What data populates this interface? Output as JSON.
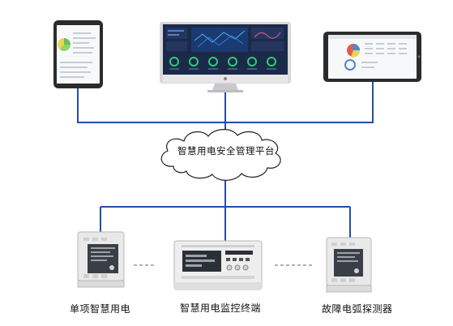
{
  "platform": {
    "label": "智慧用电安全管理平台"
  },
  "devices": {
    "left_label": "单项智慧用电",
    "center_label": "智慧用电监控终端",
    "right_label": "故障电弧探测器"
  },
  "colors": {
    "connector": "#1f4fa8",
    "screen_dark": "#1c2a4a",
    "device_body": "#e9e9e9"
  }
}
